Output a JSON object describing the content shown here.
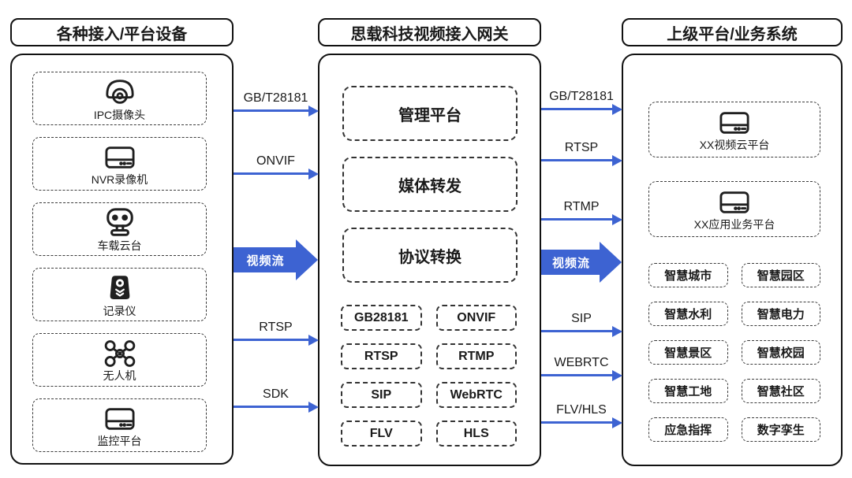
{
  "colors": {
    "accent_blue": "#3D63D2",
    "border_dark": "#111111",
    "background": "#ffffff"
  },
  "left_column": {
    "title": "各种接入/平台设备",
    "devices": [
      {
        "label": "IPC摄像头",
        "icon": "dome-camera-icon"
      },
      {
        "label": "NVR录像机",
        "icon": "nvr-recorder-icon"
      },
      {
        "label": "车载云台",
        "icon": "vehicle-ptz-icon"
      },
      {
        "label": "记录仪",
        "icon": "body-camera-icon"
      },
      {
        "label": "无人机",
        "icon": "drone-icon"
      },
      {
        "label": "监控平台",
        "icon": "server-icon"
      }
    ]
  },
  "gateway_column": {
    "title": "思载科技视频接入网关",
    "modules": [
      "管理平台",
      "媒体转发",
      "协议转换"
    ],
    "protocols": [
      "GB28181",
      "ONVIF",
      "RTSP",
      "RTMP",
      "SIP",
      "WebRTC",
      "FLV",
      "HLS"
    ]
  },
  "right_column": {
    "title": "上级平台/业务系统",
    "platforms": [
      {
        "label": "XX视频云平台",
        "icon": "server-icon"
      },
      {
        "label": "XX应用业务平台",
        "icon": "server-icon"
      }
    ],
    "applications": [
      "智慧城市",
      "智慧园区",
      "智慧水利",
      "智慧电力",
      "智慧景区",
      "智慧校园",
      "智慧工地",
      "智慧社区",
      "应急指挥",
      "数字孪生"
    ]
  },
  "flows": {
    "stream_label": "视频流",
    "left_to_gateway": [
      "GB/T28181",
      "ONVIF",
      "RTSP",
      "SDK"
    ],
    "gateway_to_right": [
      "GB/T28181",
      "RTSP",
      "RTMP",
      "SIP",
      "WEBRTC",
      "FLV/HLS"
    ]
  }
}
